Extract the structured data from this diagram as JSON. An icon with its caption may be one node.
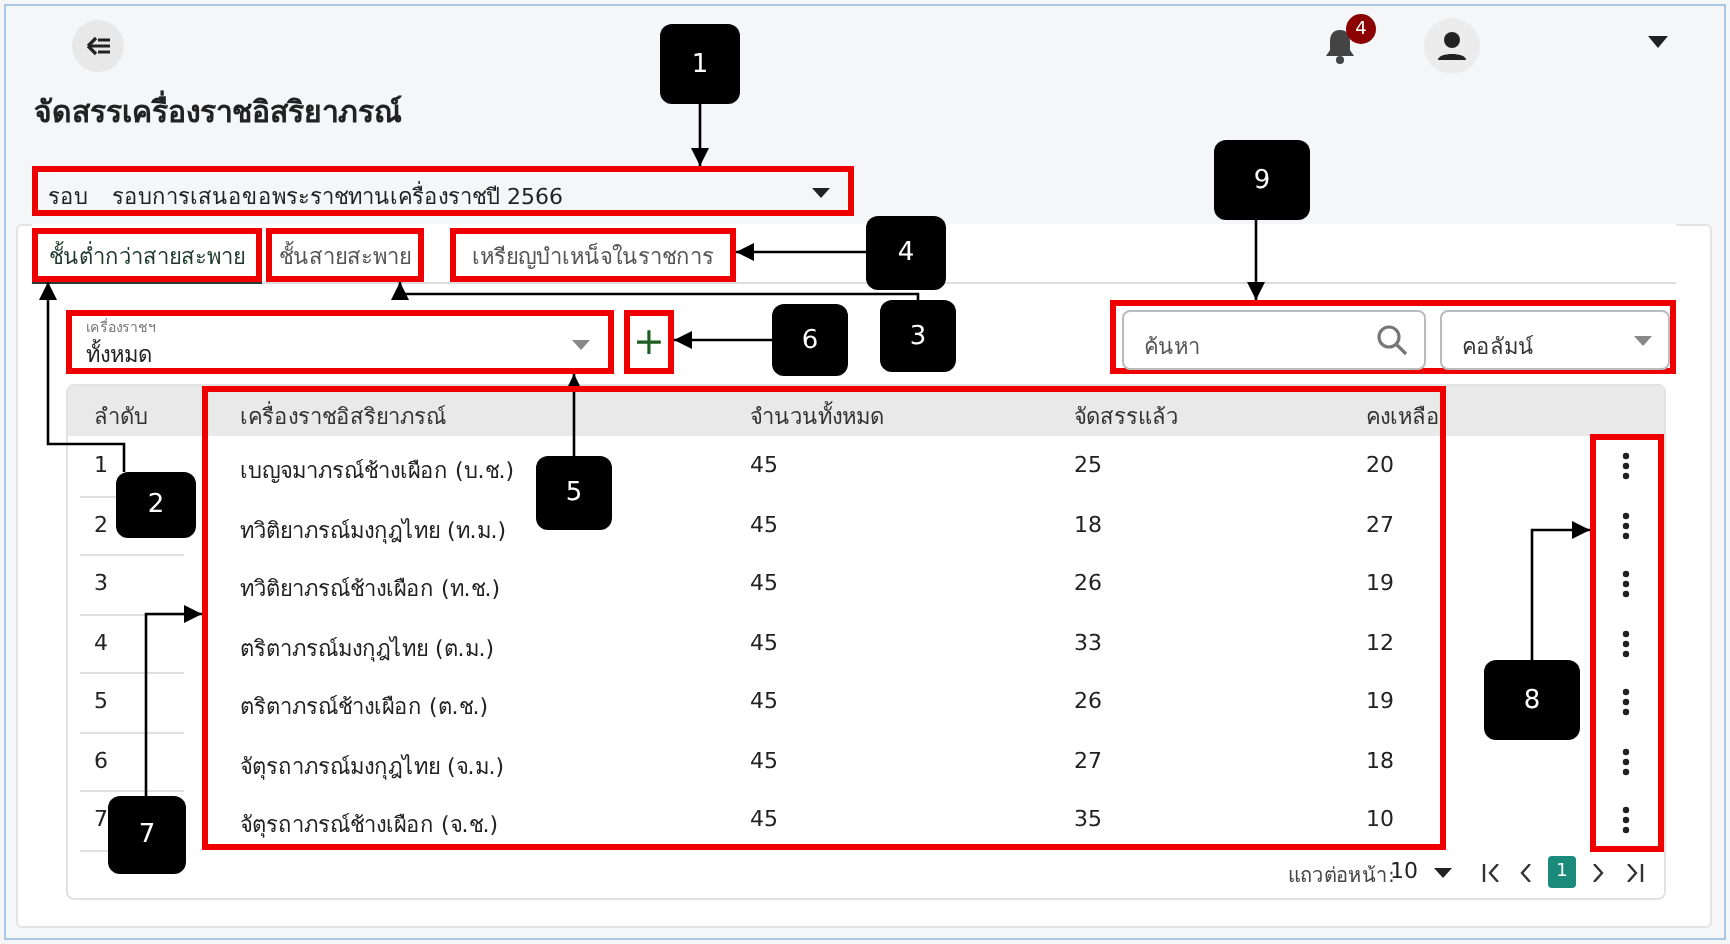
{
  "diagram": {
    "nodes": [
      {
        "text": [
          "1"
        ]
      },
      {
        "text": [
          "รอบ",
          "รอบการเสนอขอพระราชทานเครื่องราชปี 2566"
        ]
      },
      {
        "text": [
          "ชั้นต่ำกว่าสายสะพาย"
        ]
      },
      {
        "text": [
          "ชั้นสายสะพาย"
        ]
      },
      {
        "text": [
          "เหรียญบำเหน็จในราชการ"
        ]
      },
      {
        "text": [
          "2"
        ]
      },
      {
        "text": [
          "3"
        ]
      },
      {
        "text": [
          "4"
        ]
      },
      {
        "text": [
          "เครื่องราชฯ",
          "ทั้งหมด"
        ]
      },
      {
        "text": [
          "+"
        ]
      },
      {
        "text": [
          "6"
        ]
      },
      {
        "text": [
          "5"
        ],
        "in": 14
      },
      {
        "text": [
          "ค้นหา",
          "คอลัมน์"
        ]
      },
      {
        "text": [
          "9"
        ]
      },
      {
        "text": [],
        "shape": "box"
      },
      {
        "text": [
          "7"
        ]
      },
      {
        "text": [],
        "shape": "box"
      },
      {
        "text": [
          "8"
        ]
      }
    ],
    "edges": [
      {
        "from": 0,
        "to": 1,
        "arrow": "to"
      },
      {
        "from": 5,
        "to": 2,
        "arrow": "to"
      },
      {
        "from": 6,
        "to": 3,
        "arrow": "to"
      },
      {
        "from": 7,
        "to": 4,
        "arrow": "to"
      },
      {
        "from": 11,
        "to": 8,
        "arrow": "to"
      },
      {
        "from": 10,
        "to": 9,
        "arrow": "to"
      },
      {
        "from": 13,
        "to": 12,
        "arrow": "to"
      },
      {
        "from": 15,
        "to": 14,
        "arrow": "to"
      },
      {
        "from": 17,
        "to": 16,
        "arrow": "to"
      }
    ],
    "labels": [
      "4",
      "จัดสรรเครื่องราชอิสริยาภรณ์",
      "ลำดับ",
      "เครื่องราชอิสริยาภรณ์",
      "จำนวนทั้งหมด",
      "จัดสรรแล้ว",
      "คงเหลือ",
      "1",
      "เบญจมาภรณ์ช้างเผือก (บ.ช.)",
      "45",
      "25",
      "20",
      "2",
      "ทวิติยาภรณ์มงกุฎไทย (ท.ม.)",
      "45",
      "18",
      "27",
      "3",
      "ทวิติยาภรณ์ช้างเผือก (ท.ช.)",
      "45",
      "26",
      "19",
      "4",
      "ตริตาภรณ์มงกุฎไทย (ต.ม.)",
      "45",
      "33",
      "12",
      "5",
      "ตริตาภรณ์ช้างเผือก (ต.ช.)",
      "45",
      "26",
      "19",
      "6",
      "จัตุรถาภรณ์มงกุฎไทย (จ.ม.)",
      "45",
      "27",
      "18",
      "7",
      "จัตุรถาภรณ์ช้างเผือก (จ.ช.)",
      "45",
      "35",
      "10",
      "แถวต่อหน้า:",
      "10",
      "1"
    ]
  }
}
